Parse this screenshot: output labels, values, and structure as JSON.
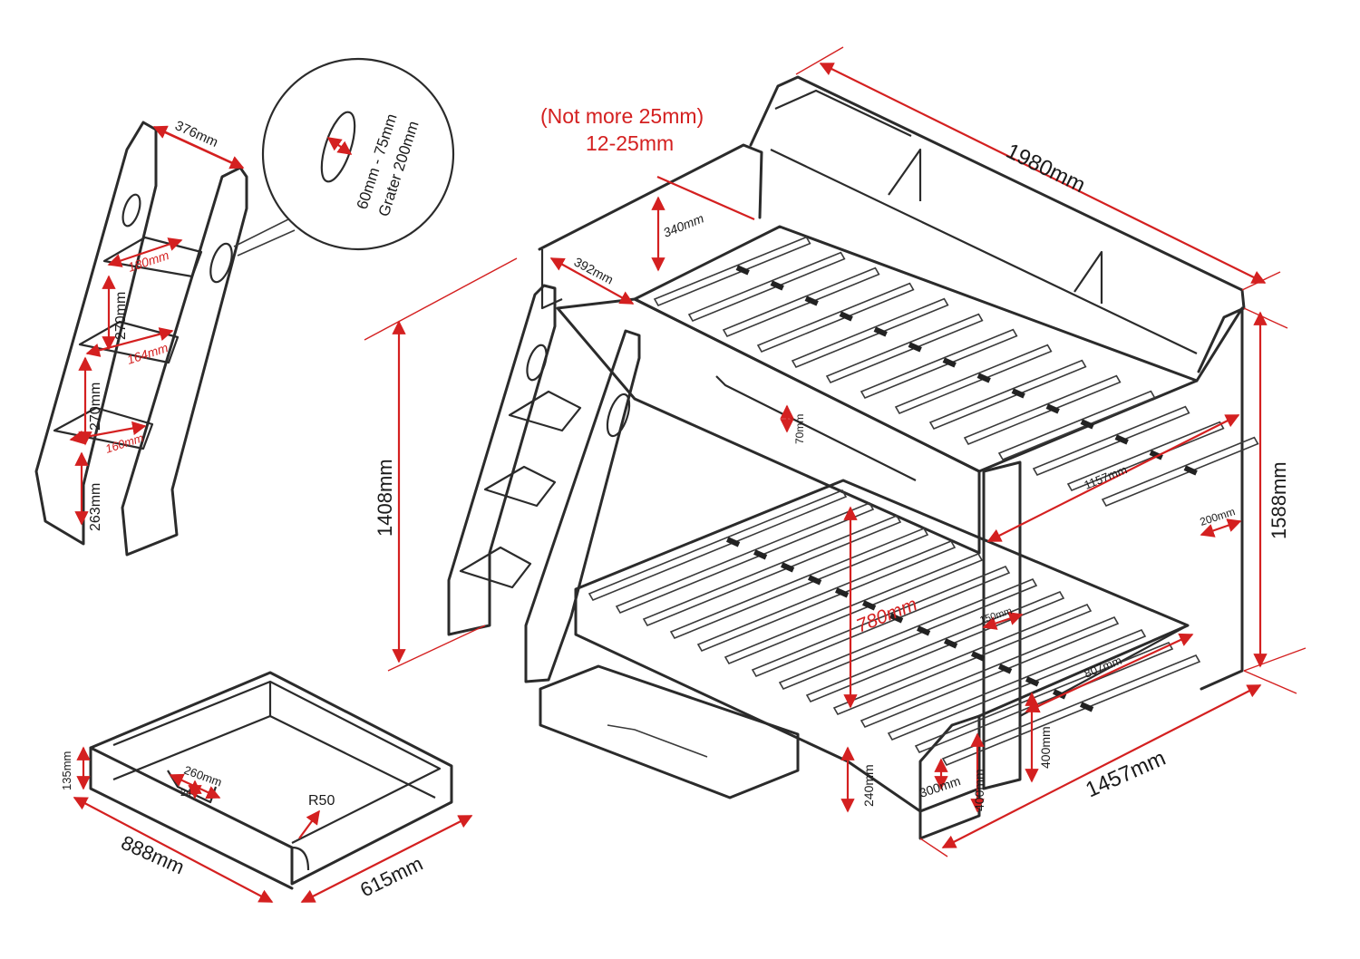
{
  "colors": {
    "line": "#2b2b2b",
    "dimension": "#d42020",
    "background": "#ffffff"
  },
  "mattress_note": {
    "limit": "(Not more 25mm)",
    "range": "12-25mm"
  },
  "bed": {
    "length": "1980mm",
    "upper_guard": "340mm",
    "ladder_gap": "392mm",
    "guard_opening": "70mm",
    "upper_width": "1157mm",
    "shelf_depth": "200mm",
    "total_height": "1588mm",
    "upper_height": "1408mm",
    "clearance": "780mm",
    "post": "150mm",
    "lower_width": "807mm",
    "lower_height": "400mm",
    "end_height": "400mm",
    "end_panel": "300mm",
    "trundle_height": "240mm",
    "total_width": "1457mm"
  },
  "ladder": {
    "top_width": "376mm",
    "tread_1": "180mm",
    "tread_2": "164mm",
    "tread_3": "160mm",
    "rise_1": "270mm",
    "rise_2": "270mm",
    "bottom_rise": "263mm"
  },
  "hole_detail": {
    "size": "60mm - 75mm",
    "spacing": "Grater 200mm"
  },
  "drawer": {
    "height": "135mm",
    "handle_width": "260mm",
    "handle_depth": "24",
    "radius": "R50",
    "length": "888mm",
    "width": "615mm"
  }
}
